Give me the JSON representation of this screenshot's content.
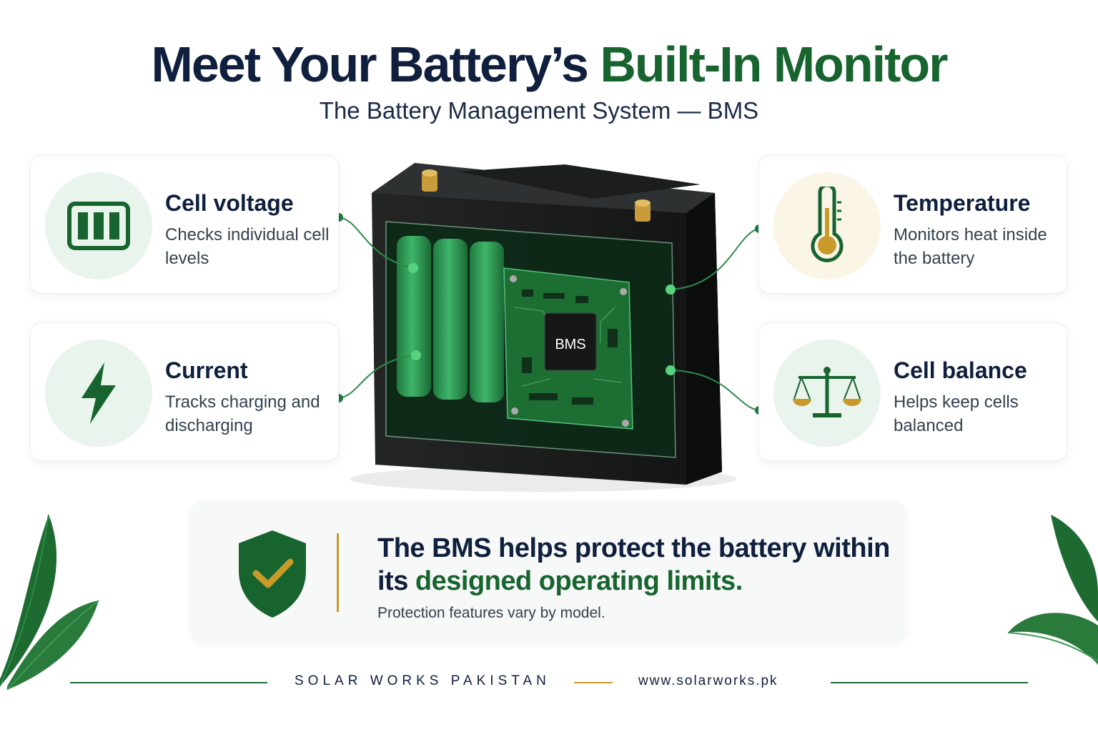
{
  "header": {
    "title_main": "Meet Your Battery’s ",
    "title_accent": "Built-In Monitor",
    "subtitle": "The Battery Management System — BMS"
  },
  "cards": [
    {
      "title": "Cell voltage",
      "desc": "Checks individual cell levels",
      "icon": "battery-cells-icon"
    },
    {
      "title": "Current",
      "desc": "Tracks charging and discharging",
      "icon": "lightning-bolt-icon"
    },
    {
      "title": "Temperature",
      "desc": "Monitors heat inside the battery",
      "icon": "thermometer-icon"
    },
    {
      "title": "Cell balance",
      "desc": "Helps keep cells balanced",
      "icon": "balance-scale-icon"
    }
  ],
  "battery": {
    "chip_label": "BMS"
  },
  "protection": {
    "headline_part1": "The BMS helps protect the battery within its ",
    "headline_accent": "designed operating limits.",
    "note": "Protection features vary by model."
  },
  "footer": {
    "brand": "SOLAR WORKS PAKISTAN",
    "url": "www.solarworks.pk"
  },
  "colors": {
    "navy": "#0f1f3d",
    "green": "#17642f",
    "gold": "#c79a2a",
    "mint": "#e8f4ec"
  }
}
